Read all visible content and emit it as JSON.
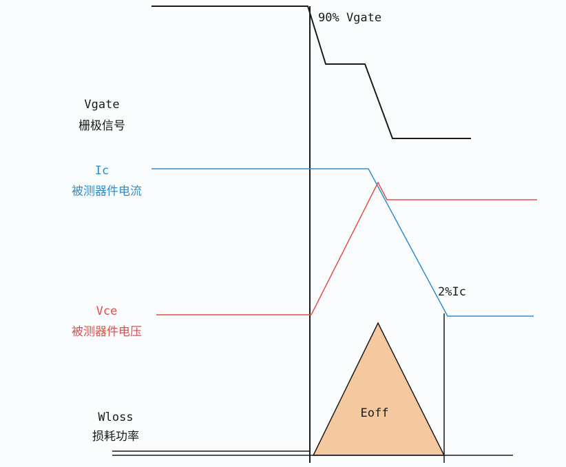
{
  "colors": {
    "gate": "#1a1a1a",
    "ic": "#2a8fd0",
    "vce": "#e0504a",
    "eoff_fill": "#f5c9a0",
    "axis": "#1a1a1a"
  },
  "labels": {
    "vgate90": "90% Vgate",
    "vgate": "Vgate",
    "vgate_cn": "栅极信号",
    "ic": "Ic",
    "ic_cn": "被测器件电流",
    "vce": "Vce",
    "vce_cn": "被测器件电压",
    "wloss": "Wloss",
    "wloss_cn": "损耗功率",
    "eoff": "Eoff",
    "ic2": "2%Ic"
  }
}
